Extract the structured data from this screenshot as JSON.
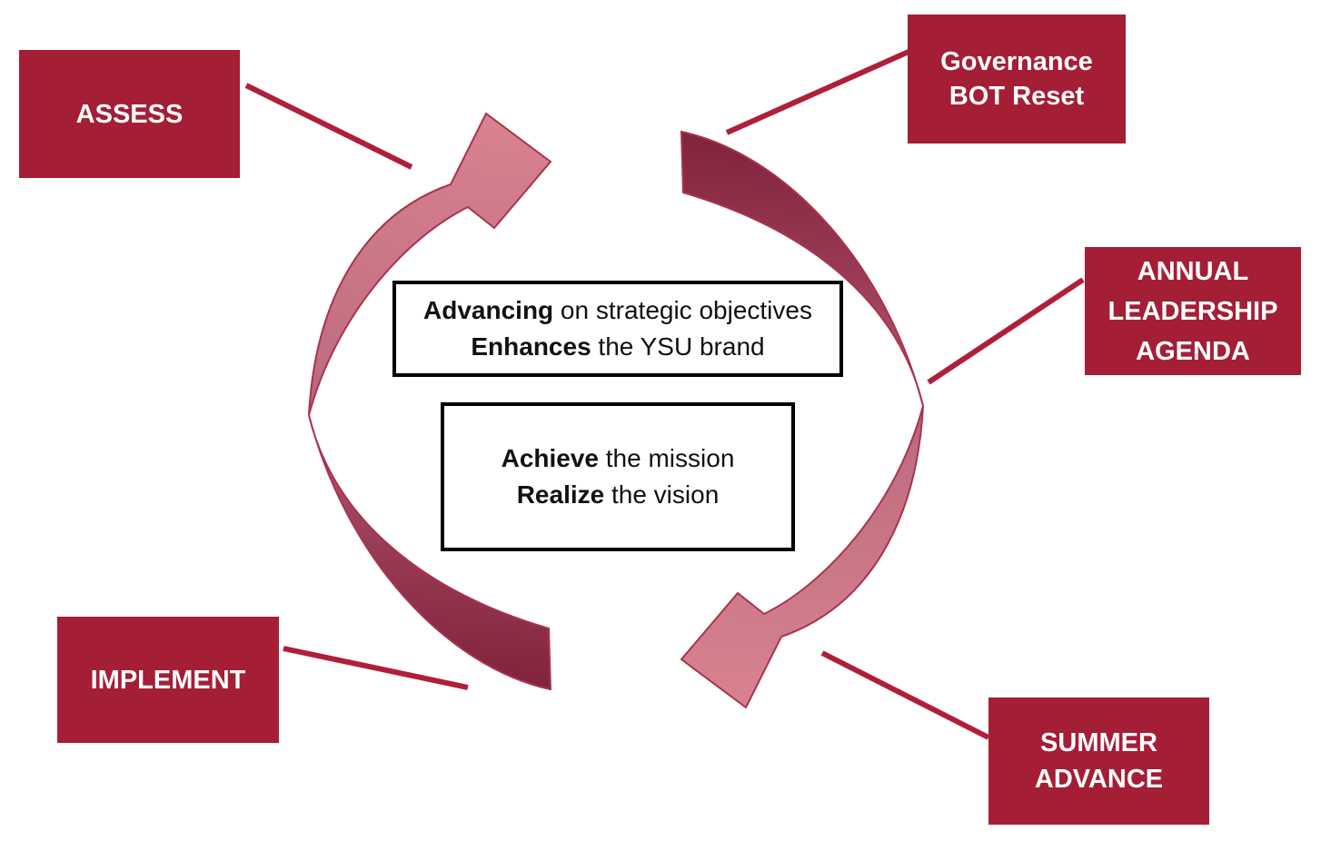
{
  "title": "Strategic planning cycle diagram",
  "colors": {
    "background": "#FFFFFF",
    "node-fill": "#A41E36",
    "node-text": "#FFFFFF",
    "connector": "#B01F3A",
    "arrow-dark": "#7E2038",
    "arrow-mid": "#B25A6E",
    "arrow-light": "#D8828F",
    "arrow-outline": "#A8334F",
    "center-box-border": "#000000",
    "center-box-text": "#111111"
  },
  "nodes": {
    "assess": {
      "lines": [
        "ASSESS"
      ]
    },
    "governance": {
      "lines": [
        "Governance",
        "BOT Reset"
      ]
    },
    "annual": {
      "lines": [
        "ANNUAL",
        "LEADERSHIP",
        "AGENDA"
      ]
    },
    "summer": {
      "lines": [
        "SUMMER",
        "ADVANCE"
      ]
    },
    "implement": {
      "lines": [
        "IMPLEMENT"
      ]
    }
  },
  "center_boxes": {
    "advancing": {
      "lines": [
        {
          "bold": "Advancing",
          "rest": " on strategic objectives"
        },
        {
          "bold": "Enhances",
          "rest": " the YSU brand"
        }
      ]
    },
    "achieve": {
      "lines": [
        {
          "bold": "Achieve",
          "rest": " the mission"
        },
        {
          "bold": "Realize",
          "rest": " the vision"
        }
      ]
    }
  }
}
